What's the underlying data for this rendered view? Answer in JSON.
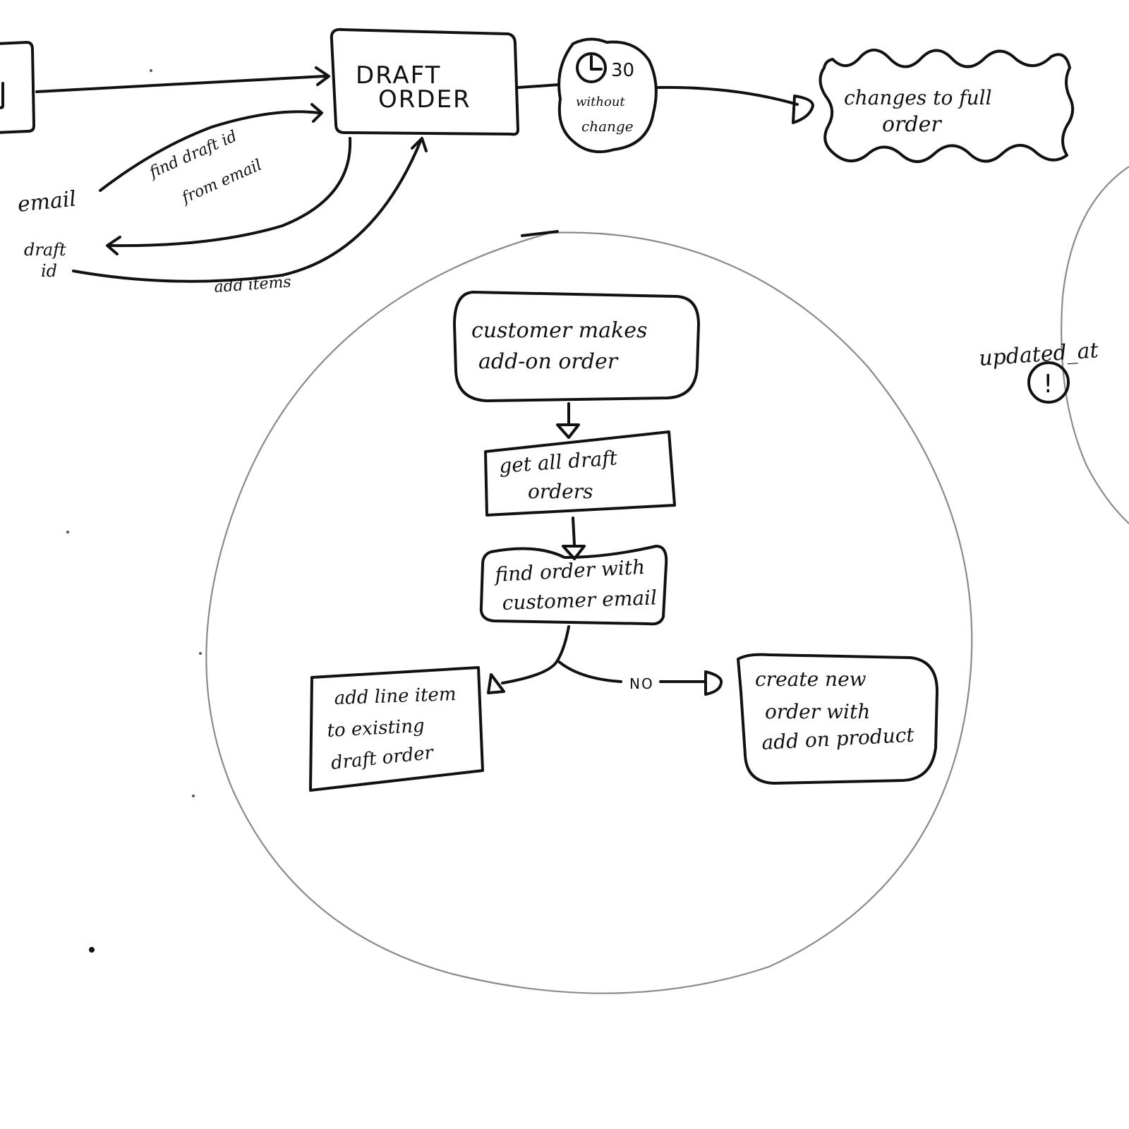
{
  "top_flow": {
    "draft_order": [
      "DRAFT",
      "ORDER"
    ],
    "timer_value": "30",
    "timer_note": [
      "without",
      "change"
    ],
    "changes_to_full_order": [
      "changes to full",
      "order"
    ],
    "find_draft_id_from_email": [
      "find draft id",
      "from email"
    ],
    "email_label": "email",
    "draft_id_label": [
      "draft",
      "id"
    ],
    "add_items_label": "add items"
  },
  "flowchart": {
    "customer_makes_add_on_order": [
      "customer makes",
      "add-on order"
    ],
    "get_all_draft_orders": [
      "get all draft",
      "orders"
    ],
    "find_order_with_customer_email": [
      "find order with",
      "customer email"
    ],
    "add_line_item": [
      "add line item",
      "to existing",
      "draft order"
    ],
    "no_label": "NO",
    "create_new_order": [
      "create new",
      "order with",
      "add on product"
    ]
  },
  "right_side": {
    "updated_at_label": "updated_at",
    "warning_symbol": "!"
  }
}
